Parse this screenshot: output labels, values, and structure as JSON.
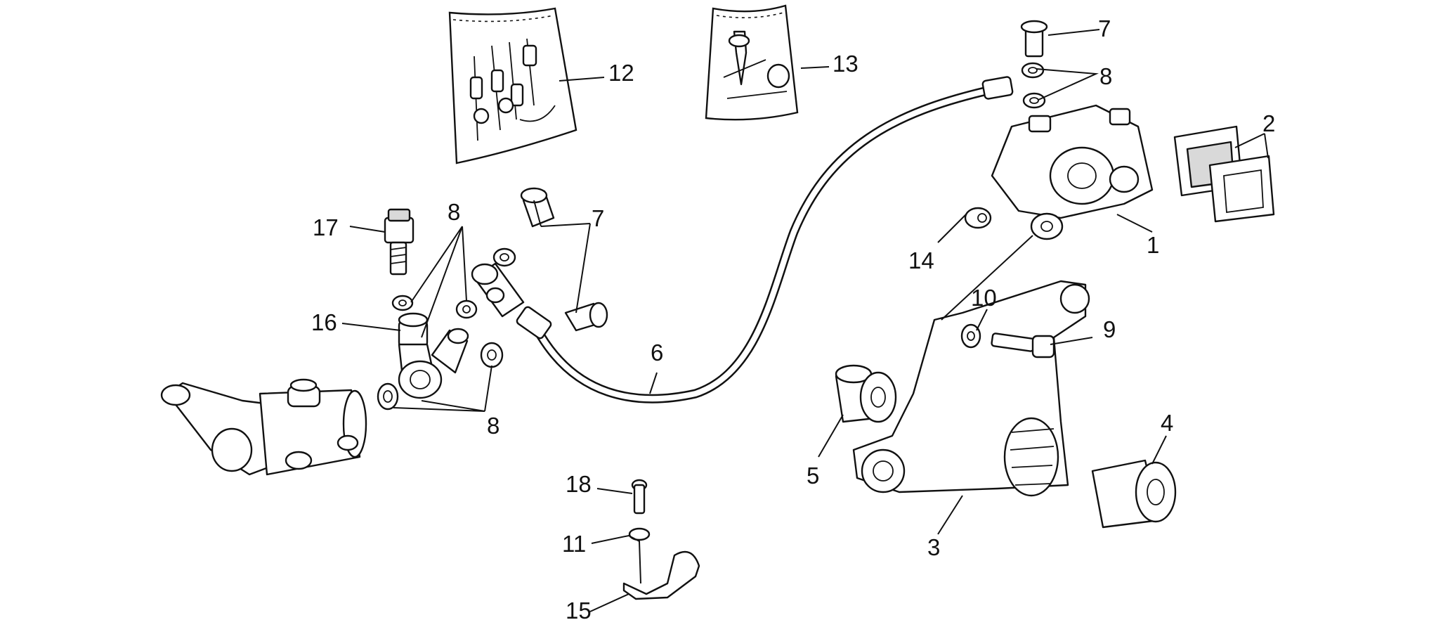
{
  "diagram": {
    "callouts": {
      "c1": "1",
      "c2": "2",
      "c3": "3",
      "c4": "4",
      "c5": "5",
      "c6": "6",
      "c7a": "7",
      "c7b": "7",
      "c8a": "8",
      "c8b": "8",
      "c8c": "8",
      "c9": "9",
      "c10": "10",
      "c11": "11",
      "c12": "12",
      "c13": "13",
      "c14": "14",
      "c15": "15",
      "c16": "16",
      "c17": "17",
      "c18": "18"
    },
    "colors": {
      "line": "#111111",
      "background": "#ffffff"
    }
  }
}
